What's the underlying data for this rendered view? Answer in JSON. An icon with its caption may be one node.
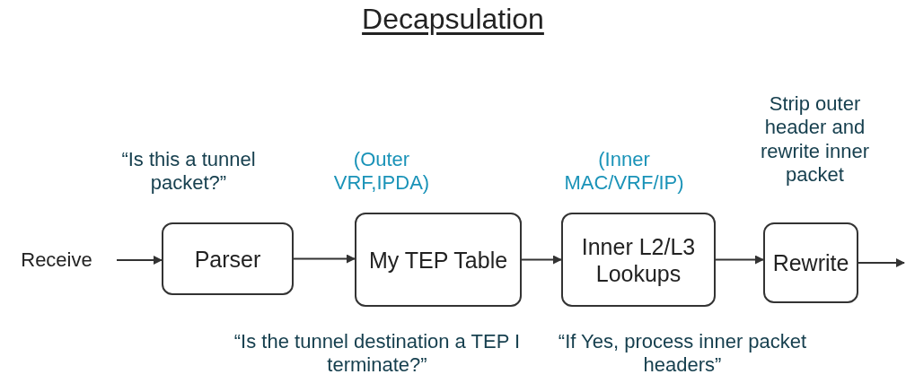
{
  "diagram": {
    "title": "Decapsulation",
    "nodes": [
      {
        "text": [
          "Receive"
        ]
      },
      {
        "text": [
          "Parser"
        ],
        "beside": [
          "“Is this a tunnel packet?”"
        ]
      },
      {
        "text": [
          "My TEP Table"
        ],
        "beside": [
          "(Outer VRF,IPDA)",
          "“Is the tunnel destination a TEP I terminate?”"
        ]
      },
      {
        "text": [
          "Inner L2/L3 Lookups"
        ],
        "beside": [
          "(Inner MAC/VRF/IP)",
          "“If Yes, process inner packet headers”"
        ]
      },
      {
        "text": [
          "Rewrite"
        ],
        "beside": [
          "Strip outer header and rewrite inner packet"
        ]
      }
    ],
    "edges": [
      {
        "from": 0,
        "to": 1,
        "arrow": "to"
      },
      {
        "from": 1,
        "to": 2,
        "arrow": "to"
      },
      {
        "from": 2,
        "to": 3,
        "arrow": "to"
      },
      {
        "from": 3,
        "to": 4,
        "arrow": "to"
      },
      {
        "from": 4,
        "to": null,
        "arrow": "to"
      }
    ]
  }
}
